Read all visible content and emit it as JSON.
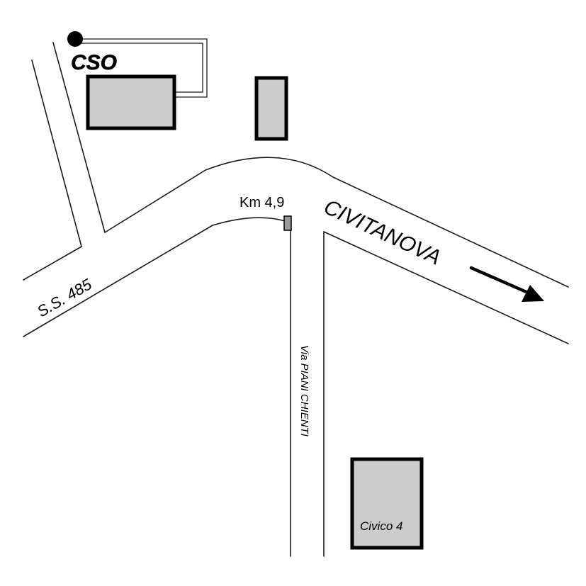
{
  "map": {
    "brand_label": "CSO",
    "road_name": "S.S. 485",
    "direction_label": "CIVITANOVA",
    "kilometer_marker": "Km 4,9",
    "side_street": "Via PIANI CHIENTI",
    "building_label": "Civico 4",
    "colors": {
      "building_fill": "#cccccc",
      "outline": "#000000",
      "background": "#ffffff"
    },
    "icons": {
      "location_dot": "filled-circle",
      "direction_arrow": "arrow-right-down"
    }
  }
}
